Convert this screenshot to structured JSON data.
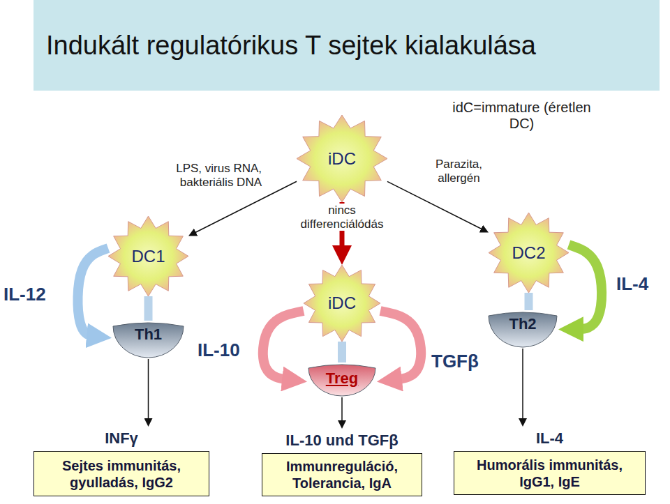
{
  "diagram": {
    "title": "Indukált regulatórikus T sejtek kialakulása",
    "nodes": [
      {
        "text": [
          "iDC"
        ]
      },
      {
        "text": [
          "DC1"
        ]
      },
      {
        "text": [
          "DC2"
        ]
      },
      {
        "text": [
          "iDC"
        ]
      },
      {
        "text": [
          "Th1"
        ]
      },
      {
        "text": [
          "Th2"
        ]
      },
      {
        "text": [
          "Treg"
        ]
      },
      {
        "text": [
          "INFγ",
          "Sejtes immunitás, gyulladás, IgG2"
        ]
      },
      {
        "text": [
          "IL-10 und TGFβ",
          "Immunreguláció, Tolerancia, IgA"
        ]
      },
      {
        "text": [
          "IL-4",
          "Humorális immunitás, IgG1, IgE"
        ]
      }
    ],
    "edges": [
      {
        "from": 0,
        "to": 1,
        "arrow": "to"
      },
      {
        "from": 0,
        "to": 2,
        "arrow": "to"
      },
      {
        "from": 0,
        "to": 3,
        "arrow": "to"
      },
      {
        "from": 1,
        "to": 4,
        "arrow": "none"
      },
      {
        "from": 2,
        "to": 5,
        "arrow": "none"
      },
      {
        "from": 3,
        "to": 6,
        "arrow": "none"
      },
      {
        "from": 1,
        "to": 4,
        "arrow": "to"
      },
      {
        "from": 2,
        "to": 5,
        "arrow": "to"
      },
      {
        "from": 3,
        "to": 6,
        "arrow": "to"
      },
      {
        "from": 3,
        "to": 6,
        "arrow": "to"
      },
      {
        "from": 4,
        "to": 7,
        "arrow": "to"
      },
      {
        "from": 6,
        "to": 8,
        "arrow": "to"
      },
      {
        "from": 5,
        "to": 9,
        "arrow": "to"
      }
    ],
    "labels": [
      "idC=immature (éretlen DC)",
      "LPS, virus RNA, bakteriális DNA",
      "nincs differenciálódás",
      "Parazita, allergén",
      "IL-12",
      "IL-10",
      "TGFβ",
      "IL-4"
    ]
  }
}
